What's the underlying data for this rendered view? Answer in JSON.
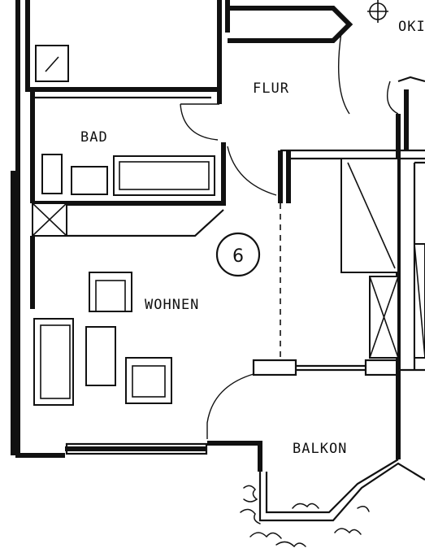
{
  "rooms": {
    "flur": "FLUR",
    "bad": "BAD",
    "wohnen": "WOHNEN",
    "balkon": "BALKON"
  },
  "unit_number": "6",
  "corner_label": "OKI"
}
